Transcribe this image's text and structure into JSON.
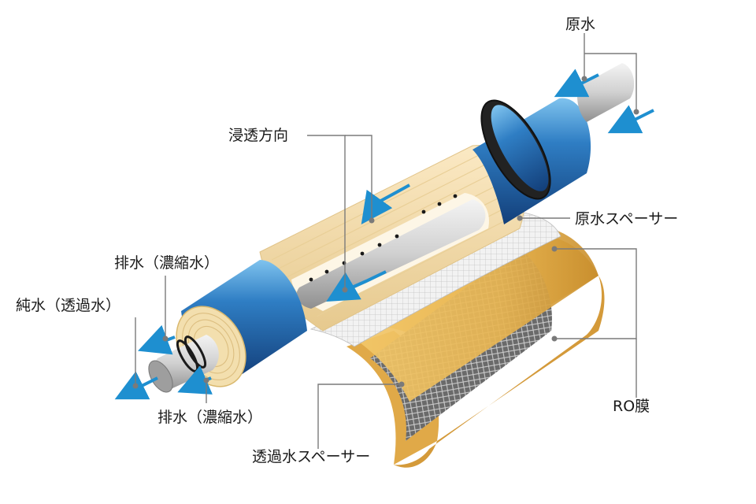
{
  "labels": {
    "raw_water": "原水",
    "osmosis_direction": "浸透方向",
    "raw_water_spacer": "原水スペーサー",
    "drain_top": "排水（濃縮水）",
    "pure_water": "純水（透過水）",
    "drain_bottom": "排水（濃縮水）",
    "ro_membrane": "RO膜",
    "permeate_spacer": "透過水スペーサー"
  },
  "colors": {
    "arrow": "#1e8fd0",
    "casing_blue": "#2f7ec4",
    "membrane_tan": "#e8b552",
    "leader": "#7a7a7a"
  }
}
